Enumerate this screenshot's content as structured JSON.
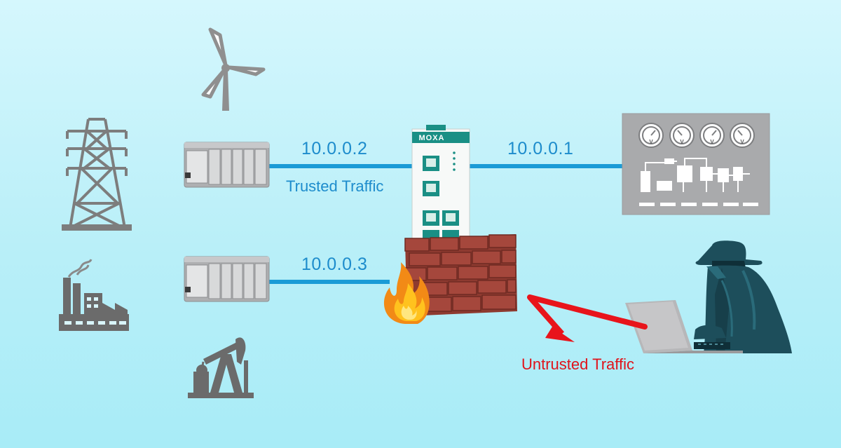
{
  "diagram": {
    "connections": [
      {
        "ip": "10.0.0.2"
      },
      {
        "ip": "10.0.0.1"
      },
      {
        "ip": "10.0.0.3"
      }
    ],
    "trusted_label": "Trusted Traffic",
    "untrusted_label": "Untrusted Traffic",
    "device_brand": "MOXA",
    "gauge_letter": "V",
    "colors": {
      "link": "#1a9bd6",
      "untrusted_arrow": "#e8141b",
      "device_gray": "#a9aaac",
      "icon_gray": "#6b6b6b",
      "brand_teal": "#1a8f85",
      "brick": "#a5473c",
      "hacker_teal": "#1d4e5b"
    },
    "icons": [
      "wind-turbine-icon",
      "transmission-tower-icon",
      "factory-icon",
      "oil-pump-icon",
      "plc-controller-icon",
      "moxa-firewall-device-icon",
      "brick-firewall-icon",
      "fire-icon",
      "scada-panel-icon",
      "hacker-icon",
      "laptop-icon"
    ]
  }
}
